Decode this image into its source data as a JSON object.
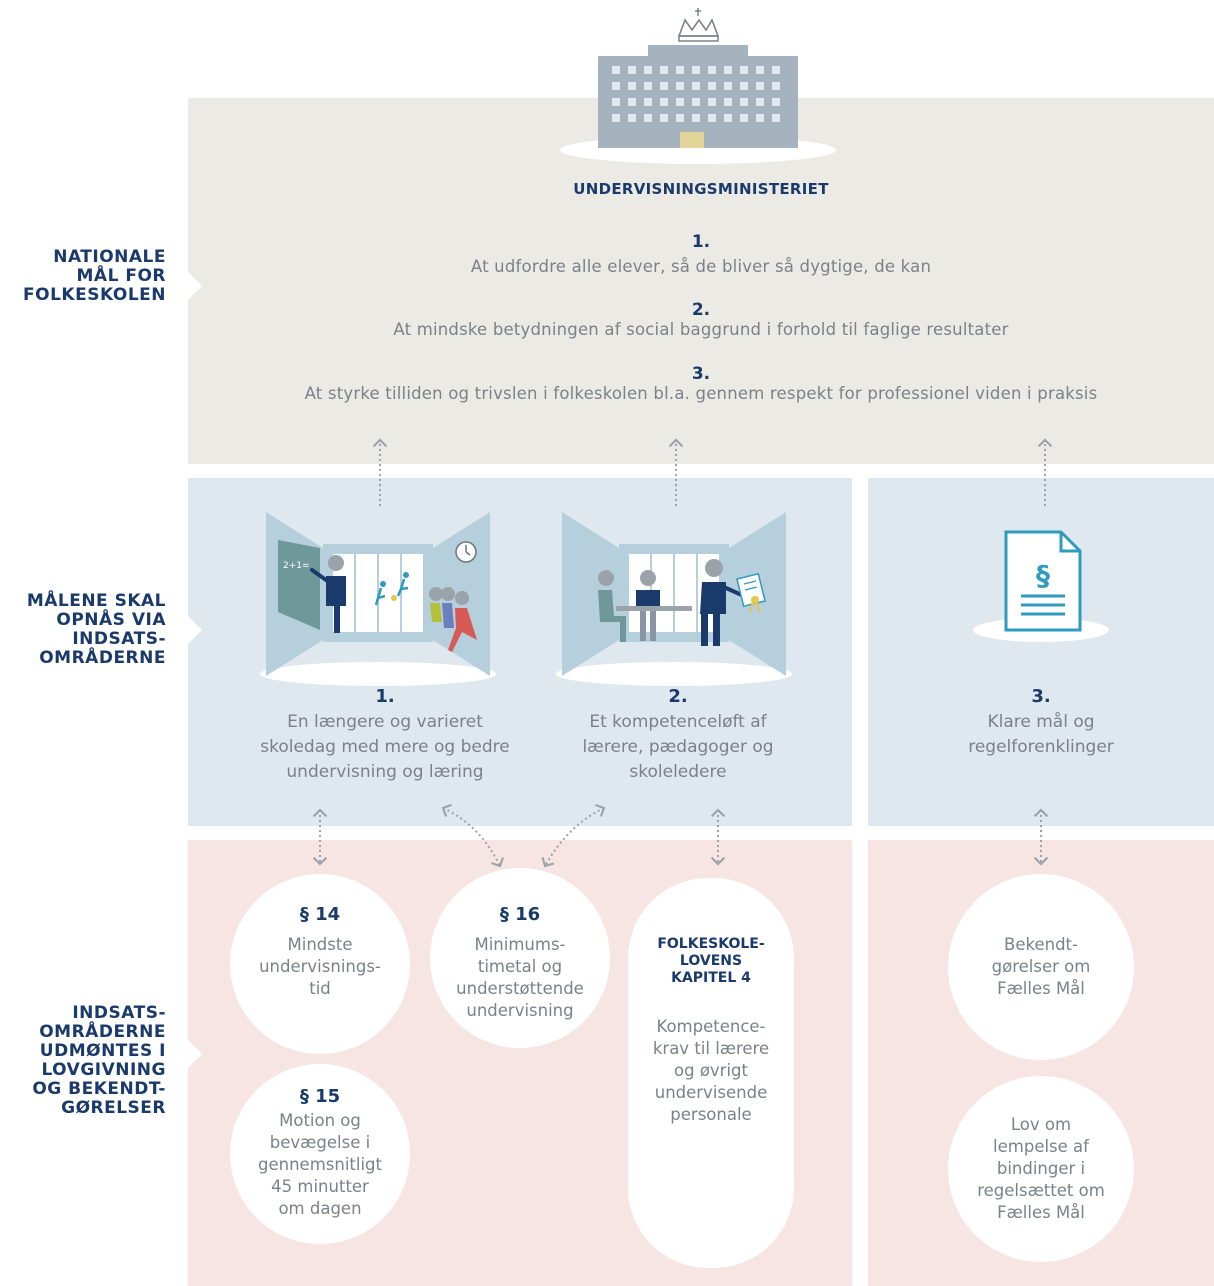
{
  "ministry": {
    "title": "UNDERVISNINGSMINISTERIET"
  },
  "side_labels": {
    "goals": "NATIONALE\nMÅL FOR\nFOLKESKOLEN",
    "areas": "MÅLENE SKAL\nOPNÅS VIA\nINDSATS-\nOMRÅDERNE",
    "law": "INDSATS-\nOMRÅDERNE\nUDMØNTES I\nLOVGIVNING\nOG BEKENDT-\nGØRELSER"
  },
  "goals": [
    {
      "num": "1.",
      "text": "At udfordre alle elever, så de bliver så dygtige, de kan"
    },
    {
      "num": "2.",
      "text": "At mindske betydningen af social baggrund i forhold til faglige resultater"
    },
    {
      "num": "3.",
      "text": "At styrke tilliden og trivslen i folkeskolen bl.a. gennem respekt for professionel viden i praksis"
    }
  ],
  "areas": [
    {
      "num": "1.",
      "lines": [
        "En længere og varieret",
        "skoledag med mere og bedre",
        "undervisning og læring"
      ]
    },
    {
      "num": "2.",
      "lines": [
        "Et kompetenceløft af",
        "lærere, pædagoger og",
        "skoleledere"
      ]
    },
    {
      "num": "3.",
      "lines": [
        "Klare mål og",
        "regelforenklinger"
      ]
    }
  ],
  "board_text": "2+1=",
  "law_items": {
    "p14": {
      "head": "§ 14",
      "text": "Mindste\nundervisnings-\ntid"
    },
    "p15": {
      "head": "§ 15",
      "text": "Motion og\nbevægelse i\ngennemsnitligt\n45 minutter\nom dagen"
    },
    "p16": {
      "head": "§ 16",
      "text": "Minimums-\ntimetal og\nunderstøttende\nundervisning"
    },
    "kap4": {
      "head": "FOLKESKOLE-\nLOVENS\nKAPITEL 4",
      "text": "Kompetence-\nkrav til lærere\nog øvrigt\nundervisende\npersonale"
    },
    "bek": {
      "text": "Bekendt-\ngørelser om\nFælles Mål"
    },
    "lov": {
      "text": "Lov om\nlempelse af\nbindinger i\nregelsættet om\nFælles Mål"
    }
  },
  "colors": {
    "navy": "#1a3a6b",
    "teal": "#2e9bbf",
    "grey_text": "#7a8288",
    "band_top": "#eceae4",
    "band_mid": "#dfe8ee",
    "band_bot": "#f6e5e3"
  },
  "icons": [
    "crown-icon",
    "ministry-building-icon",
    "classroom-icon",
    "teacher-meeting-icon",
    "law-document-icon",
    "dotted-arrow-icon"
  ]
}
